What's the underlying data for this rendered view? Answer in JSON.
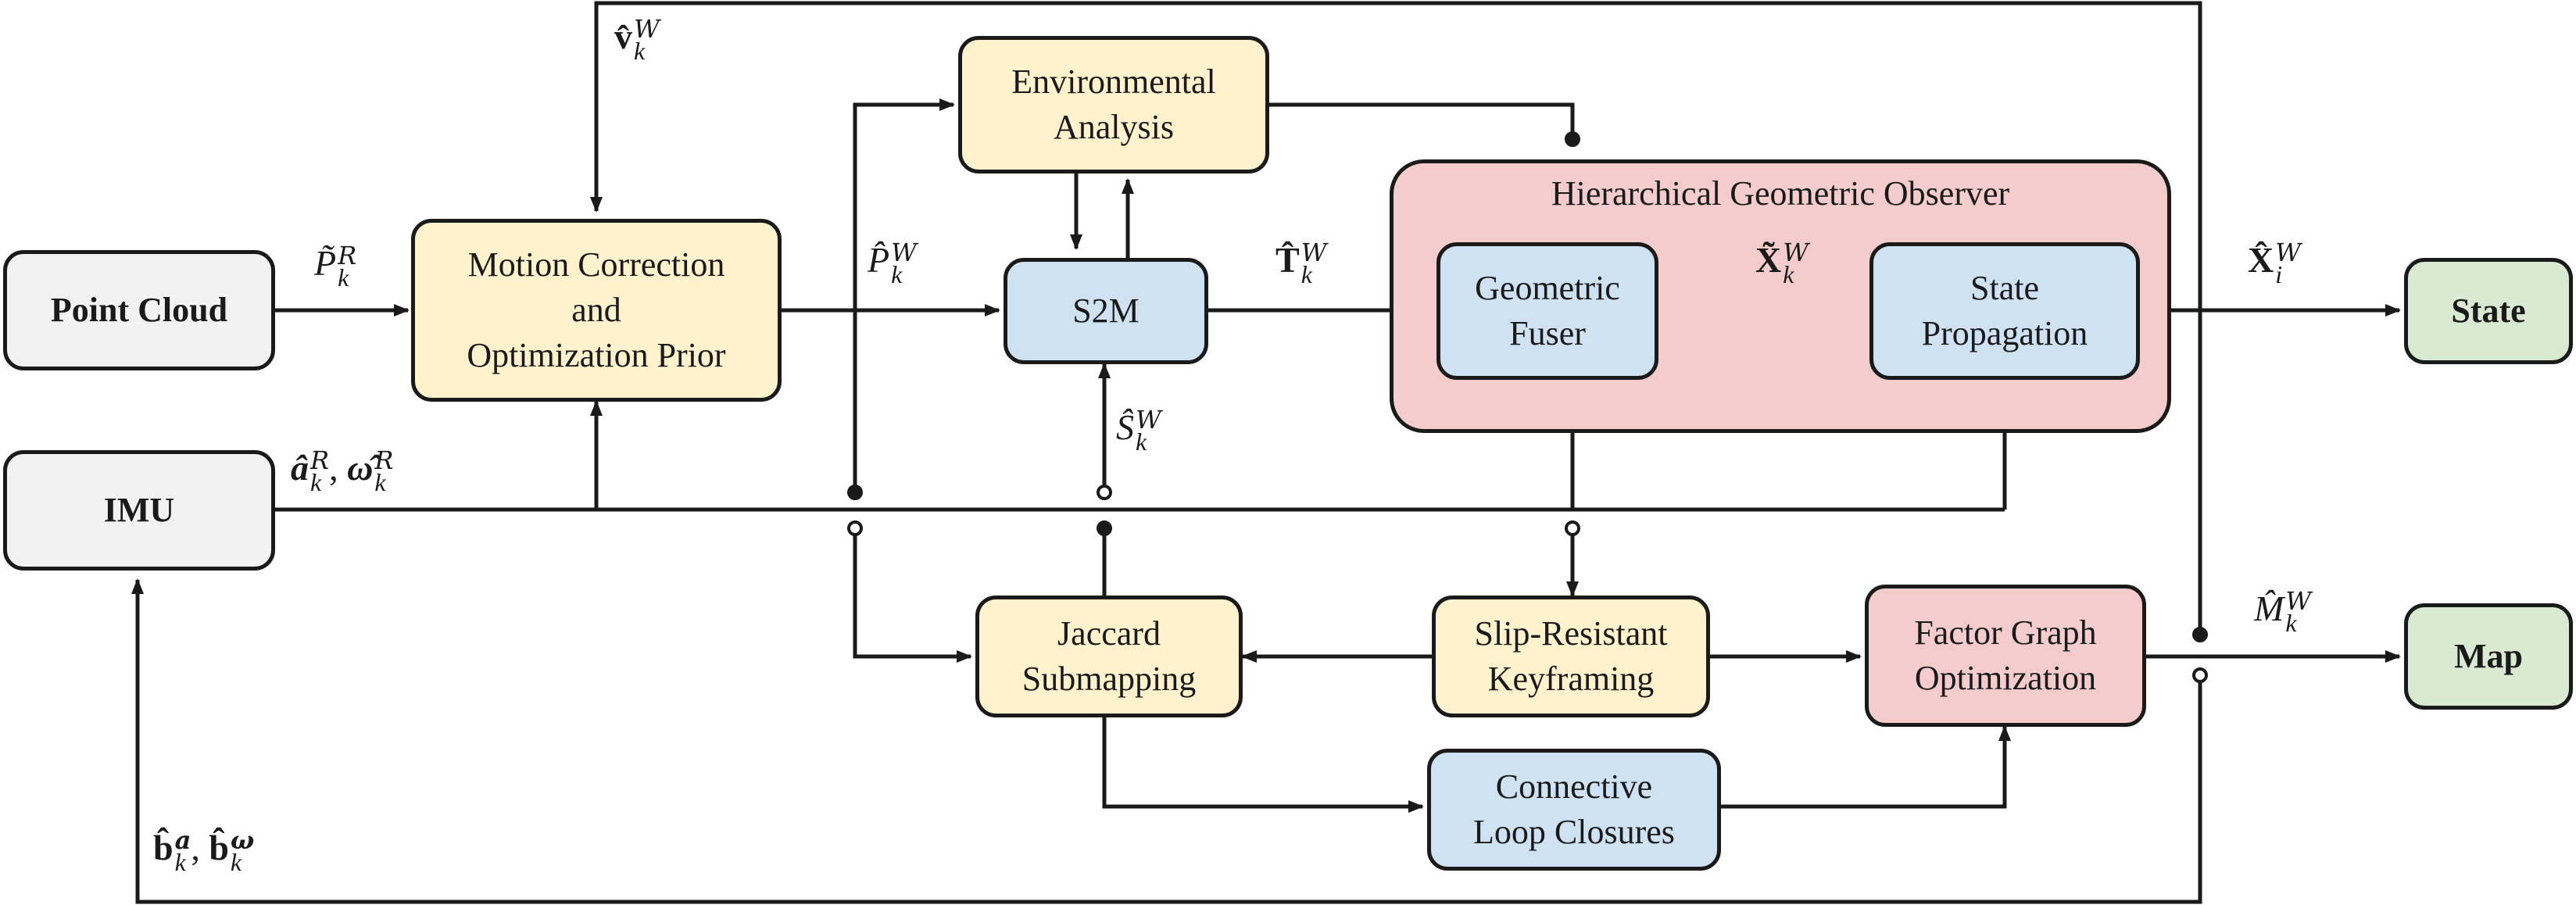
{
  "blocks": {
    "point_cloud": "Point Cloud",
    "imu": "IMU",
    "motion_correction": [
      "Motion Correction",
      "and",
      "Optimization Prior"
    ],
    "environmental_analysis": [
      "Environmental",
      "Analysis"
    ],
    "s2m": "S2M",
    "hgo_title": "Hierarchical Geometric Observer",
    "geometric_fuser": [
      "Geometric",
      "Fuser"
    ],
    "state_propagation": [
      "State",
      "Propagation"
    ],
    "state": "State",
    "map": "Map",
    "jaccard_submapping": [
      "Jaccard",
      "Submapping"
    ],
    "slip_resistant_keyframing": [
      "Slip-Resistant",
      "Keyframing"
    ],
    "factor_graph_optimization": [
      "Factor Graph",
      "Optimization"
    ],
    "connective_loop_closures": [
      "Connective",
      "Loop Closures"
    ]
  },
  "labels": {
    "v": {
      "base": "v̂",
      "sup": "W",
      "sub": "k"
    },
    "P_tilde": {
      "base": "P̃",
      "sup": "R",
      "sub": "k"
    },
    "P_hat": {
      "base": "P̂",
      "sup": "W",
      "sub": "k"
    },
    "T_hat": {
      "base": "T̂",
      "sup": "W",
      "sub": "k"
    },
    "X_tilde": {
      "base": "X̃",
      "sup": "W",
      "sub": "k"
    },
    "X_hat_i": {
      "base": "X̂",
      "sup": "W",
      "sub": "i"
    },
    "S_hat": {
      "base": "Ŝ",
      "sup": "W",
      "sub": "k"
    },
    "M_hat": {
      "base": "M̂",
      "sup": "W",
      "sub": "k"
    },
    "a_omega": {
      "a": "â",
      "omega": "ω̂",
      "sup": "R",
      "sub": "k",
      "sep": ","
    },
    "biases": {
      "b": "b̂",
      "sup_a": "a",
      "sup_w": "ω",
      "sub": "k",
      "sep": ","
    }
  },
  "colors": {
    "gray": "#f2f2f2",
    "yellow": "#fff2cc",
    "blue": "#cfe2f3",
    "red": "#f4cccc",
    "green": "#d9ead3",
    "line": "#1a1a1a"
  }
}
